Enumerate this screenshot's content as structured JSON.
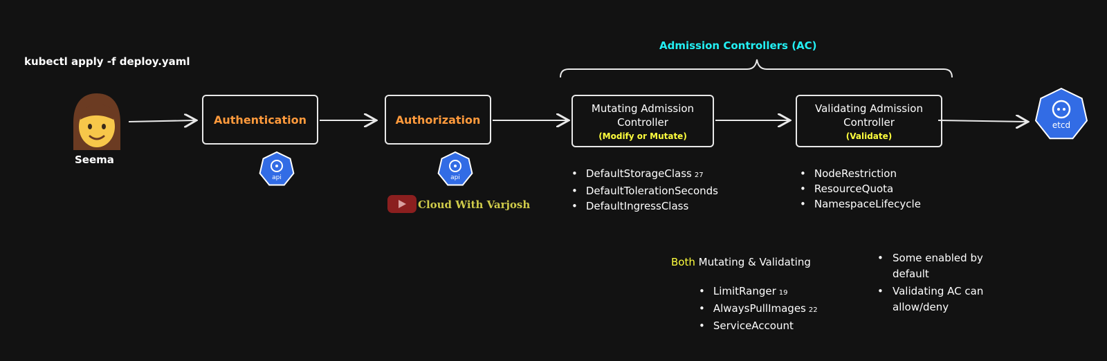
{
  "command": "kubectl apply -f deploy.yaml",
  "user": {
    "name": "Seema"
  },
  "stages": {
    "authentication": "Authentication",
    "authorization": "Authorization",
    "mutating": {
      "title_line1": "Mutating Admission",
      "title_line2": "Controller",
      "subtitle": "(Modify or Mutate)"
    },
    "validating": {
      "title_line1": "Validating Admission",
      "title_line2": "Controller",
      "subtitle": "(Validate)"
    }
  },
  "api_badge_label": "api",
  "etcd_label": "etcd",
  "admission_title": "Admission Controllers (AC)",
  "mutating_list": [
    {
      "name": "DefaultStorageClass",
      "note": "27"
    },
    {
      "name": "DefaultTolerationSeconds",
      "note": ""
    },
    {
      "name": "DefaultIngressClass",
      "note": ""
    }
  ],
  "validating_list": [
    "NodeRestriction",
    "ResourceQuota",
    "NamespaceLifecycle"
  ],
  "both": {
    "highlight": "Both",
    "rest": " Mutating & Validating",
    "items": [
      {
        "name": "LimitRanger",
        "note": "19"
      },
      {
        "name": "AlwaysPullImages",
        "note": "22"
      },
      {
        "name": "ServiceAccount",
        "note": ""
      }
    ]
  },
  "notes": [
    "Some enabled by default",
    "Validating AC can allow/deny"
  ],
  "branding": {
    "channel": "Cloud With Varjosh"
  },
  "colors": {
    "accent_orange": "#ff9a3c",
    "accent_cyan": "#23f0f4",
    "accent_yellow": "#ffff3d",
    "k8s_blue": "#326ce5"
  },
  "icons": {
    "user": "woman-face-icon",
    "api": "kubernetes-api-icon",
    "etcd": "etcd-icon",
    "youtube": "youtube-icon"
  }
}
